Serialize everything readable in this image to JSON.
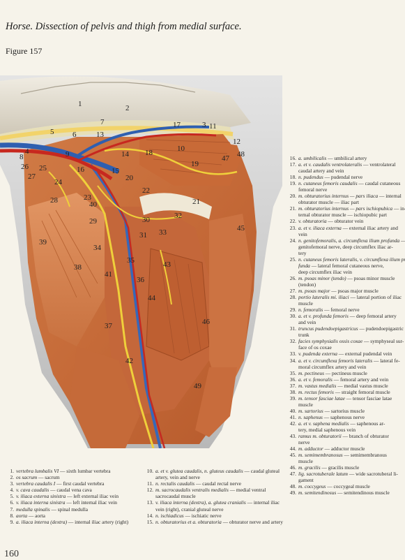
{
  "header": {
    "title": "Horse. Dissection of pelvis and thigh from medial surface.",
    "figure": "Figure 157"
  },
  "illustration": {
    "labels": [
      "1",
      "2",
      "3",
      "4",
      "5",
      "6",
      "7",
      "8",
      "9",
      "10",
      "11",
      "12",
      "13",
      "14",
      "15",
      "16",
      "17",
      "18",
      "19",
      "20",
      "21",
      "22",
      "23",
      "24",
      "25",
      "26",
      "27",
      "28",
      "29",
      "30",
      "31",
      "32",
      "33",
      "34",
      "35",
      "36",
      "37",
      "38",
      "39",
      "40",
      "41",
      "42",
      "43",
      "44",
      "45",
      "46",
      "47",
      "48",
      "49"
    ]
  },
  "legend_bottom_left": [
    {
      "n": "1.",
      "lat": "vertebra lumbalis VI",
      "en": " — sixth lumbar vertebra"
    },
    {
      "n": "2.",
      "lat": "os sacrum",
      "en": " — sacrum"
    },
    {
      "n": "3.",
      "lat": "vertebra caudalis I",
      "en": " — first caudal vertebra"
    },
    {
      "n": "4.",
      "lat": "v. cava caudalis",
      "en": " — caudal vena cava"
    },
    {
      "n": "5.",
      "lat": "v. iliaca externa sinistra",
      "en": " — left external iliac vein"
    },
    {
      "n": "6.",
      "lat": "v. iliaca interna sinistra",
      "en": " — left internal iliac vein"
    },
    {
      "n": "7.",
      "lat": "medulla spinalis",
      "en": " — spinal medulla"
    },
    {
      "n": "8.",
      "lat": "aorta",
      "en": " — aorta"
    },
    {
      "n": "9.",
      "lat": "a. iliaca interna (dextra)",
      "en": " — internal iliac artery (right)"
    }
  ],
  "legend_bottom_mid": [
    {
      "n": "10.",
      "lat": "a. et v. glutea caudalis, n. gluteus caudalis",
      "en": " — caudal gluteal artery, vein and nerve"
    },
    {
      "n": "11.",
      "lat": "n. rectalis caudalis",
      "en": " — caudal rectal nerve"
    },
    {
      "n": "12.",
      "lat": "m. sacrocaudalis ventralis medialis",
      "en": " — medial ventral sacrocaudal muscle"
    },
    {
      "n": "13.",
      "lat": "v. iliaca interna (dextra), a. glutea cranialis",
      "en": " — internal iliac vein (right), cranial gluteal nerve"
    },
    {
      "n": "14.",
      "lat": "n. ischiadicus",
      "en": " — ischiatic nerve"
    },
    {
      "n": "15.",
      "lat": "n. obturatorius et a. obturatoria",
      "en": " — obturator nerve and artery"
    }
  ],
  "legend_right": [
    {
      "n": "16.",
      "lat": "a. umbilicalis",
      "en": " — umbilical artery"
    },
    {
      "n": "17.",
      "lat": "a. et v. caudalis ventrolateralis",
      "en": " — ventrolateral"
    },
    {
      "n": "",
      "lat": "",
      "en": "caudal artery and vein"
    },
    {
      "n": "18.",
      "lat": "n. pudendus",
      "en": " — pudendal nerve"
    },
    {
      "n": "19.",
      "lat": "n. cutaneus femoris caudalis",
      "en": " — caudal cutaneous"
    },
    {
      "n": "",
      "lat": "",
      "en": "femoral nerve"
    },
    {
      "n": "20.",
      "lat": "m. obturatorius internus — pars iliaca",
      "en": " — internal"
    },
    {
      "n": "",
      "lat": "",
      "en": "obturator muscle — iliac part"
    },
    {
      "n": "21.",
      "lat": "m. obturatorius internus — pars ischiopubica",
      "en": " — in-"
    },
    {
      "n": "",
      "lat": "",
      "en": "ternal obturator muscle — ischiopubic part"
    },
    {
      "n": "22.",
      "lat": "v. obturatoria",
      "en": " — obturator vein"
    },
    {
      "n": "23.",
      "lat": "a. et v. iliaca externa",
      "en": " — external iliac artery and"
    },
    {
      "n": "",
      "lat": "",
      "en": "vein"
    },
    {
      "n": "24.",
      "lat": "n. genitofemoralis, a. circumflexa ilium profunda",
      "en": " —"
    },
    {
      "n": "",
      "lat": "",
      "en": "genitofemoral nerve, deep circumflex iliac ar-"
    },
    {
      "n": "",
      "lat": "",
      "en": "tery"
    },
    {
      "n": "25.",
      "lat": "n. cutaneus femoris lateralis, v. circumflexa ilium pro-",
      "en": ""
    },
    {
      "n": "",
      "lat": "funda",
      "en": " — lateral femoral cutaneous nerve,"
    },
    {
      "n": "",
      "lat": "",
      "en": "deep circumflex iliac vein"
    },
    {
      "n": "26.",
      "lat": "m. psoas minor (tendo)",
      "en": " — psoas minor muscle"
    },
    {
      "n": "",
      "lat": "",
      "en": "(tendon)"
    },
    {
      "n": "27.",
      "lat": "m. psoas major",
      "en": " — psoas major muscle"
    },
    {
      "n": "28.",
      "lat": "portio lateralis mi. iliaci",
      "en": " — lateral portion of iliac"
    },
    {
      "n": "",
      "lat": "",
      "en": "muscle"
    },
    {
      "n": "29.",
      "lat": "n. femoralis",
      "en": " — femoral nerve"
    },
    {
      "n": "30.",
      "lat": "a. et v. profunda femoris",
      "en": " — deep femoral artery"
    },
    {
      "n": "",
      "lat": "",
      "en": "and vein"
    },
    {
      "n": "31.",
      "lat": "truncus pudendoepigastricus",
      "en": " — pudendoepigastric"
    },
    {
      "n": "",
      "lat": "",
      "en": "trunk"
    },
    {
      "n": "32.",
      "lat": "facies symphysialis ossis coxae",
      "en": " — symphyseal sur-"
    },
    {
      "n": "",
      "lat": "",
      "en": "face of os coxae"
    },
    {
      "n": "33.",
      "lat": "v. pudenda externa",
      "en": " — external pudendal vein"
    },
    {
      "n": "34.",
      "lat": "a. et v. circumflexa femoris lateralis",
      "en": " — lateral fe-"
    },
    {
      "n": "",
      "lat": "",
      "en": "moral circumflex artery and vein"
    },
    {
      "n": "35.",
      "lat": "m. pectineus",
      "en": " — pectineus muscle"
    },
    {
      "n": "36.",
      "lat": "a. et v. femoralis",
      "en": " — femoral artery and vein"
    },
    {
      "n": "37.",
      "lat": "m. vastus medialis",
      "en": " — medial vastus muscle"
    },
    {
      "n": "38.",
      "lat": "m. rectus femoris",
      "en": " — straight femoral muscle"
    },
    {
      "n": "39.",
      "lat": "m. tensor fasciae latae",
      "en": " — tensor fasciae latae"
    },
    {
      "n": "",
      "lat": "",
      "en": "muscle"
    },
    {
      "n": "40.",
      "lat": "m. sartorius",
      "en": " — sartorius muscle"
    },
    {
      "n": "41.",
      "lat": "n. saphenus",
      "en": " — saphenous nerve"
    },
    {
      "n": "42.",
      "lat": "a. et v. saphena medialis",
      "en": " — saphenous ar-"
    },
    {
      "n": "",
      "lat": "",
      "en": "tery, medial saphenous vein"
    },
    {
      "n": "43.",
      "lat": "ramus m. obturatorii",
      "en": " — branch of obturator"
    },
    {
      "n": "",
      "lat": "",
      "en": "nerve"
    },
    {
      "n": "44.",
      "lat": "m. adductor",
      "en": " — adductor muscle"
    },
    {
      "n": "45.",
      "lat": "m. semimembranosus",
      "en": " — semimembranous"
    },
    {
      "n": "",
      "lat": "",
      "en": "muscle"
    },
    {
      "n": "46.",
      "lat": "m. gracilis",
      "en": " — gracilis muscle"
    },
    {
      "n": "47.",
      "lat": "lig. sacrotuberale latum",
      "en": " — wide sacrotuberal li-"
    },
    {
      "n": "",
      "lat": "",
      "en": "gament"
    },
    {
      "n": "48.",
      "lat": "m. coccygeus",
      "en": " — coccygeal muscle"
    },
    {
      "n": "49.",
      "lat": "m. semitendinosus",
      "en": " — semitendinous muscle"
    }
  ],
  "page_number": "160"
}
